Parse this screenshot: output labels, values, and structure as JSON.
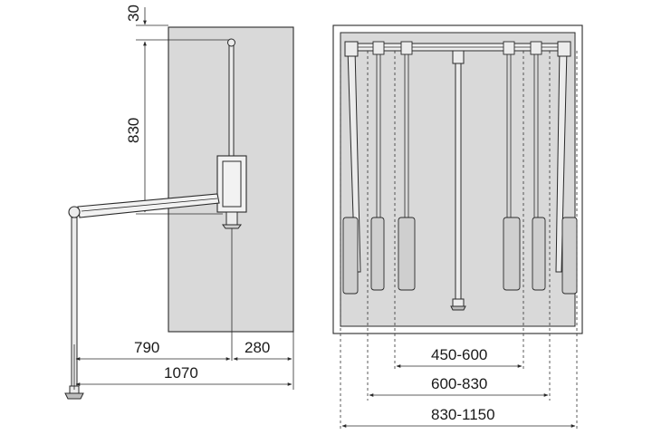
{
  "side_view": {
    "dim_top_offset": "30",
    "dim_height": "830",
    "dim_reach": "790",
    "dim_depth": "280",
    "dim_total": "1070"
  },
  "front_view": {
    "dim_inner": "450-600",
    "dim_middle": "600-830",
    "dim_outer": "830-1150"
  }
}
